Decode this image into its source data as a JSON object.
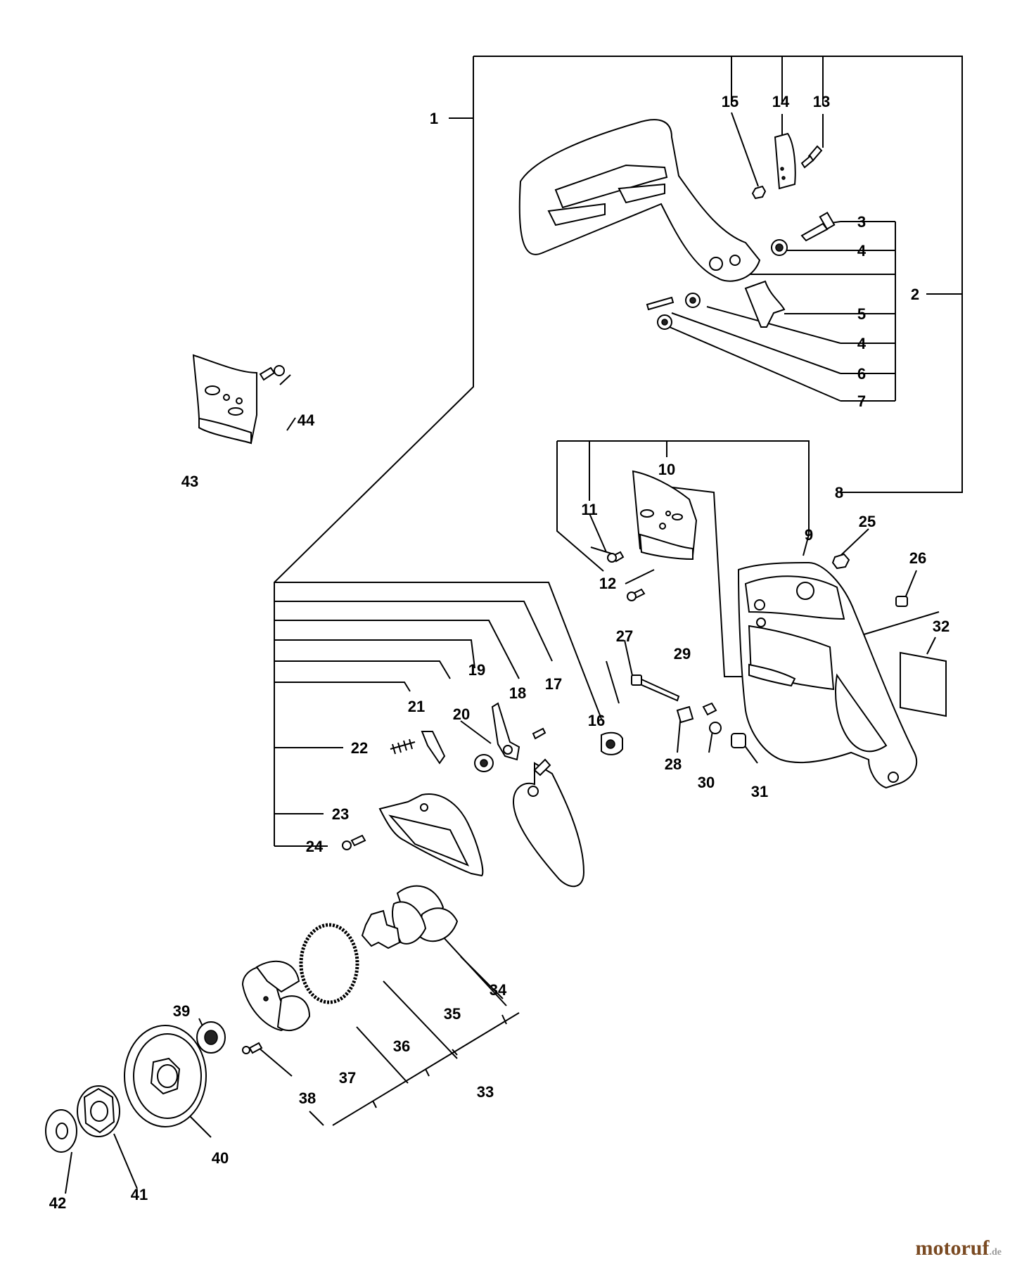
{
  "diagram": {
    "part_labels": {
      "p1": "1",
      "p2": "2",
      "p3": "3",
      "p4a": "4",
      "p4b": "4",
      "p5": "5",
      "p6": "6",
      "p7": "7",
      "p8": "8",
      "p9": "9",
      "p10": "10",
      "p11": "11",
      "p12": "12",
      "p13": "13",
      "p14": "14",
      "p15": "15",
      "p16": "16",
      "p17": "17",
      "p18": "18",
      "p19": "19",
      "p20": "20",
      "p21": "21",
      "p22": "22",
      "p23": "23",
      "p24": "24",
      "p25": "25",
      "p26": "26",
      "p27": "27",
      "p28": "28",
      "p29": "29",
      "p30": "30",
      "p31": "31",
      "p32": "32",
      "p33": "33",
      "p34": "34",
      "p35": "35",
      "p36": "36",
      "p37": "37",
      "p38": "38",
      "p39": "39",
      "p40": "40",
      "p41": "41",
      "p42": "42",
      "p43": "43",
      "p44": "44"
    }
  },
  "watermark": {
    "brand": "motoruf",
    "suffix": ".de",
    "color": "#7a4a22"
  }
}
